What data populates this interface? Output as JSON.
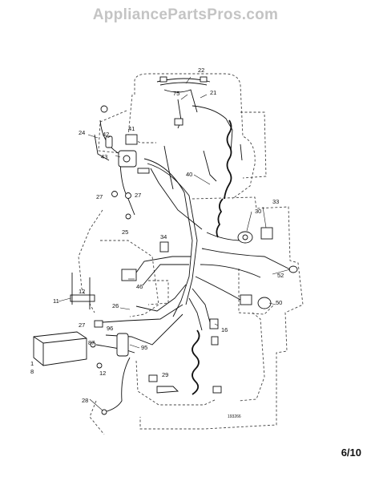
{
  "watermark": "AppliancePartsPros.com",
  "page_number": "6/10",
  "drawing_code": "193266",
  "callouts": {
    "c22": "22",
    "c75": "75",
    "c21": "21",
    "c24": "24",
    "c42": "42",
    "c41": "41",
    "c43": "43",
    "c40": "40",
    "c27a": "27",
    "c27b": "27",
    "c33": "33",
    "c30": "30",
    "c25": "25",
    "c34": "34",
    "c52": "52",
    "c46": "46",
    "c11": "11",
    "c26": "26",
    "c50": "50",
    "c12a": "12",
    "c27c": "27",
    "c96": "96",
    "c16": "16",
    "c87": "87",
    "c95": "95",
    "c1": "1",
    "c8": "8",
    "c12b": "12",
    "c29": "29",
    "c28": "28"
  }
}
